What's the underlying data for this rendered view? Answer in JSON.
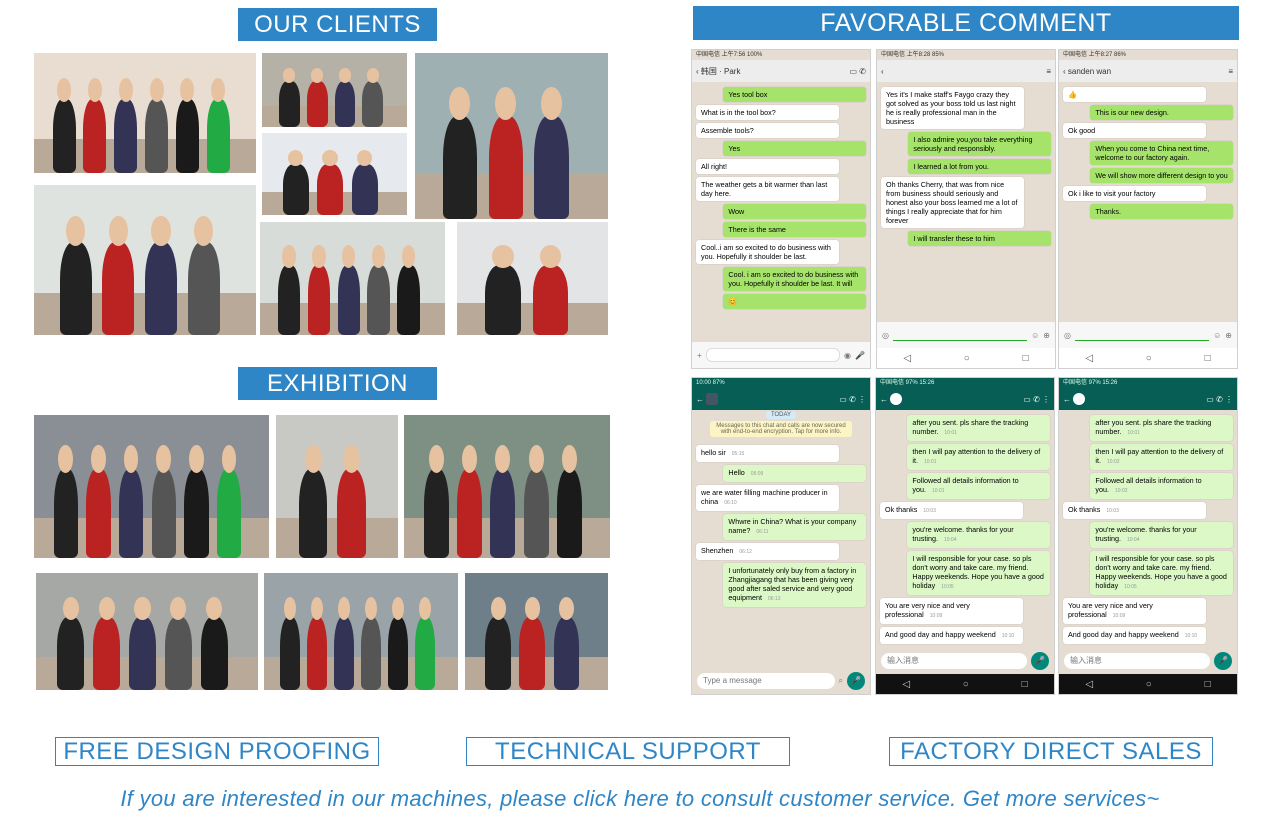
{
  "banners": {
    "clients": "OUR CLIENTS",
    "exhibition": "EXHIBITION",
    "comment": "FAVORABLE COMMENT"
  },
  "colors": {
    "accent": "#2f86c6",
    "wechat_out": "#a5e36b",
    "wa_header": "#075e54"
  },
  "chats": {
    "c1": {
      "status": "中国电信  上午7:56  100%",
      "contact": "韩国 · Park",
      "messages": [
        {
          "dir": "out",
          "text": "Yes tool box"
        },
        {
          "dir": "in",
          "text": "What is in the tool box?"
        },
        {
          "dir": "in",
          "text": "Assemble tools?"
        },
        {
          "dir": "out",
          "text": "Yes"
        },
        {
          "dir": "in",
          "text": "All right!"
        },
        {
          "dir": "in",
          "text": "The weather gets a bit warmer than last day here."
        },
        {
          "dir": "out",
          "text": "Wow"
        },
        {
          "dir": "out",
          "text": "There is the same"
        },
        {
          "dir": "in",
          "text": "Cool..i am so excited to do business with you. Hopefully it shoulder be last."
        },
        {
          "dir": "out",
          "text": "Cool. i am so excited to do business with you. Hopefully it shoulder be last. It will"
        },
        {
          "dir": "out",
          "text": "😊"
        }
      ]
    },
    "c2": {
      "status": "中国电信  上午8:28  85%",
      "messages": [
        {
          "dir": "in",
          "text": "Yes it's I make staff's Faygo crazy they got solved as your boss told us last night he is really professional man in the business"
        },
        {
          "dir": "out",
          "text": "I also admire you,you take everything seriously and responsibly."
        },
        {
          "dir": "out",
          "text": "I learned a lot from you."
        },
        {
          "dir": "in",
          "text": "Oh thanks Cherry, that was from nice from business should seriously and honest also your boss learned me a lot of things I really appreciate that for him forever"
        },
        {
          "dir": "out",
          "text": "I will transfer these to him"
        }
      ]
    },
    "c3": {
      "status": "中国电信  上午8:27  86%",
      "contact": "sanden wan",
      "messages": [
        {
          "dir": "in",
          "text": "👍"
        },
        {
          "dir": "out",
          "text": "This is our new design."
        },
        {
          "dir": "in",
          "text": "Ok good"
        },
        {
          "dir": "out",
          "text": "When you come to China next time, welcome to our factory again."
        },
        {
          "dir": "out",
          "text": "We will show more different design to you"
        },
        {
          "dir": "in",
          "text": "Ok i like to visit your factory"
        },
        {
          "dir": "out",
          "text": "Thanks."
        }
      ]
    },
    "c4": {
      "status": "10:00   87%",
      "day": "TODAY",
      "notice": "Messages to this chat and calls are now secured with end-to-end encryption. Tap for more info.",
      "input_placeholder": "Type a message",
      "messages": [
        {
          "dir": "in",
          "text": "hello sir",
          "time": "05:15"
        },
        {
          "dir": "out",
          "text": "Hello",
          "time": "06:09"
        },
        {
          "dir": "in",
          "text": "we are water filling machine producer in china",
          "time": "06:10"
        },
        {
          "dir": "out",
          "text": "Whwre in China? What is your company name?",
          "time": "06:11"
        },
        {
          "dir": "in",
          "text": "Shenzhen",
          "time": "06:12"
        },
        {
          "dir": "out",
          "text": "I unfortunately only buy from a factory in Zhangjiagang that has been giving very good after saled service and very good equipment",
          "time": "06:13"
        }
      ]
    },
    "c5": {
      "status": "中国电信  97%  15:26",
      "input_placeholder": "输入消息",
      "messages": [
        {
          "dir": "out",
          "text": "after you sent. pls share the tracking number.",
          "time": "10:01"
        },
        {
          "dir": "out",
          "text": "then I will pay attention to the delivery of it.",
          "time": "10:01"
        },
        {
          "dir": "out",
          "text": "Followed all details information to you.",
          "time": "10:01"
        },
        {
          "dir": "in",
          "text": "Ok thanks",
          "time": "10:03"
        },
        {
          "dir": "out",
          "text": "you're welcome. thanks for your trusting.",
          "time": "10:04"
        },
        {
          "dir": "out",
          "text": "I will responsible for your case. so pls don't worry and take care. my friend. Happy weekends. Hope you have a good holiday",
          "time": "10:05"
        },
        {
          "dir": "in",
          "text": "You are very nice and very professional",
          "time": "10:09"
        },
        {
          "dir": "in",
          "text": "And good day and happy weekend",
          "time": "10:10"
        }
      ]
    },
    "c6": {
      "status": "中国电信  97%  15:26",
      "input_placeholder": "输入消息",
      "messages": [
        {
          "dir": "out",
          "text": "after you sent. pls share the tracking number.",
          "time": "10:01"
        },
        {
          "dir": "out",
          "text": "then I will pay attention to the delivery of it.",
          "time": "10:02"
        },
        {
          "dir": "out",
          "text": "Followed all details information to you.",
          "time": "10:02"
        },
        {
          "dir": "in",
          "text": "Ok thanks",
          "time": "10:03"
        },
        {
          "dir": "out",
          "text": "you're welcome. thanks for your trusting.",
          "time": "10:04"
        },
        {
          "dir": "out",
          "text": "I will responsible for your case. so pls don't worry and take care. my friend. Happy weekends. Hope you have a good holiday",
          "time": "10:05"
        },
        {
          "dir": "in",
          "text": "You are very nice and very professional",
          "time": "10:09"
        },
        {
          "dir": "in",
          "text": "And good day and happy weekend",
          "time": "10:10"
        }
      ]
    }
  },
  "features": {
    "design": "FREE DESIGN PROOFING",
    "support": "TECHNICAL SUPPORT",
    "sales": "FACTORY DIRECT SALES"
  },
  "footer": "If you are interested in our machines, please click here to consult customer service. Get more services~"
}
